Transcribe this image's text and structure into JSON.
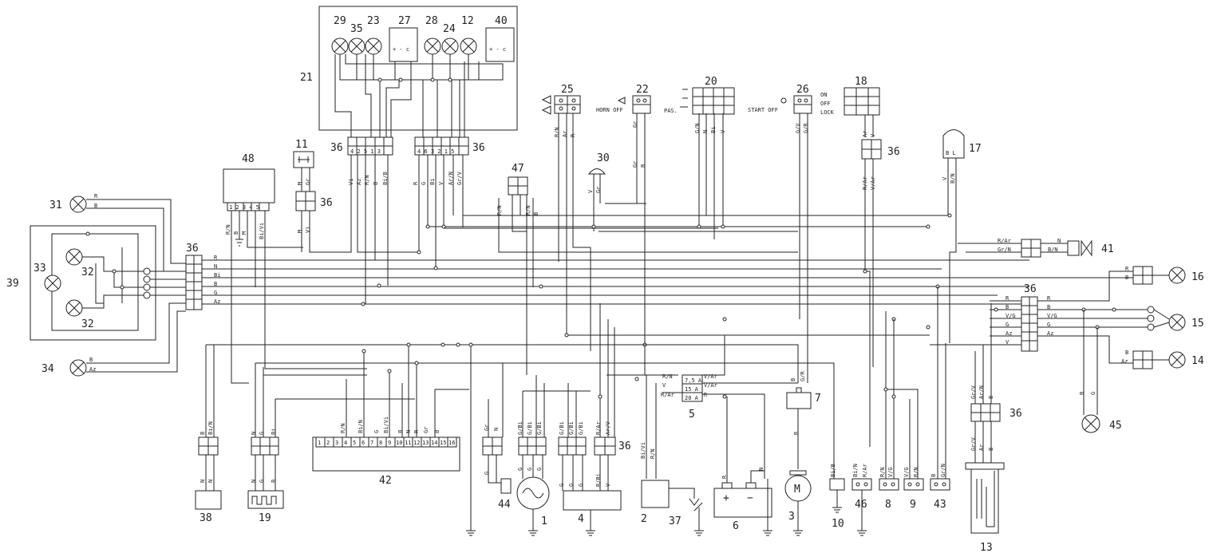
{
  "colors": {
    "line": "#222222",
    "background": "#ffffff"
  },
  "component_numbers": {
    "n1": "1",
    "n2": "2",
    "n3": "3",
    "n4": "4",
    "n5": "5",
    "n6": "6",
    "n7": "7",
    "n8": "8",
    "n9": "9",
    "n10": "10",
    "n11": "11",
    "n12": "12",
    "n13": "13",
    "n14": "14",
    "n15": "15",
    "n16": "16",
    "n17": "17",
    "n18": "18",
    "n19": "19",
    "n20": "20",
    "n21": "21",
    "n22": "22",
    "n23": "23",
    "n24": "24",
    "n25": "25",
    "n26": "26",
    "n27": "27",
    "n28": "28",
    "n29": "29",
    "n30": "30",
    "n31": "31",
    "n32": "32",
    "n33": "33",
    "n34": "34",
    "n35": "35",
    "n36": "36",
    "n37": "37",
    "n38": "38",
    "n39": "39",
    "n40": "40",
    "n41": "41",
    "n42": "42",
    "n43": "43",
    "n44": "44",
    "n45": "45",
    "n46": "46",
    "n47": "47",
    "n48": "48"
  },
  "switch_labels": {
    "horn_off": "HORN OFF",
    "start_off": "START OFF",
    "key_on": "ON",
    "key_off": "OFF",
    "key_lock": "LOCK",
    "pass": "PAS."
  },
  "fuse_ratings": {
    "f1": "7,5 A",
    "f2": "15 A",
    "f3": "20 A"
  },
  "wire_colors": {
    "R": "R",
    "N": "N",
    "Bi": "Bi",
    "B": "B",
    "G": "G",
    "Az": "Az",
    "V": "V",
    "M": "M",
    "Vi": "Vi",
    "Gr": "Gr",
    "Ar": "Ar",
    "R_N": "R/N",
    "R_Ar": "R/Ar",
    "V_Ar": "V/Ar",
    "Gr_N": "Gr/N",
    "B_N": "B/N",
    "Gr_V": "Gr/V",
    "Ar_N": "Ar/N",
    "Ar_V": "Ar/V",
    "Bi_N": "Bi/N",
    "Bi_B": "Bi/B",
    "Bi_Vi": "Bi/Vi",
    "G_Bi": "G/Bi",
    "R_Bi": "R/Bi",
    "G_N": "G/N",
    "G_V": "G/V",
    "G_R": "G/R",
    "V_G": "V/G",
    "Bi_L": "B L"
  },
  "pins": {
    "p1": "1",
    "p2": "2",
    "p3": "3",
    "p4": "4",
    "p5": "5",
    "p6": "6",
    "p7": "7",
    "p8": "8",
    "p9": "9",
    "p10": "10",
    "p11": "11",
    "p12": "12",
    "p13": "13",
    "p14": "14",
    "p15": "15",
    "p16": "16"
  },
  "symbols": {
    "motor": "M",
    "plus": "+",
    "minus": "−"
  }
}
